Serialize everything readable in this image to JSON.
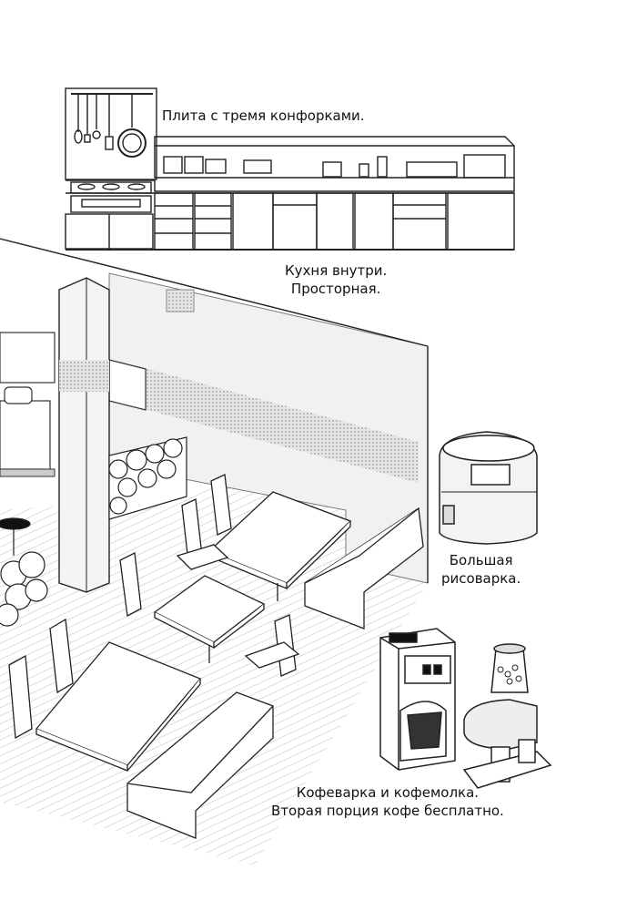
{
  "captions": {
    "stove": "Плита с тремя конфорками.",
    "kitchen": [
      "Кухня внутри.",
      "Просторная."
    ],
    "rice_cooker": [
      "Большая",
      "рисоварка."
    ],
    "coffee": [
      "Кофеварка и кофемолка.",
      "Вторая порция кофе бесплатно."
    ]
  }
}
